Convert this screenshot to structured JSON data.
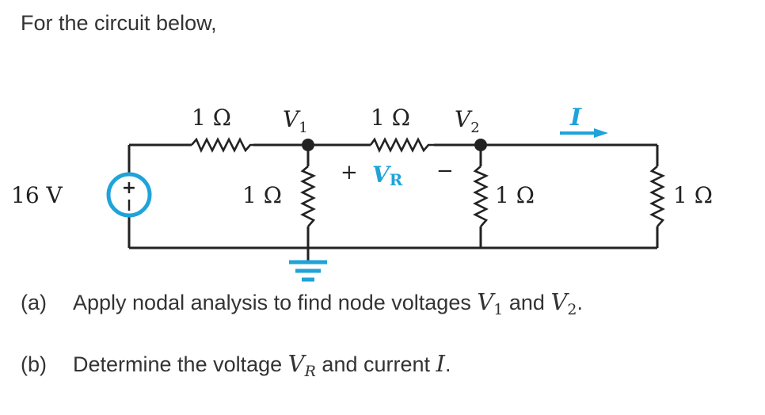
{
  "intro": "For the circuit below,",
  "circuit": {
    "labels": {
      "source": "16 V",
      "r_top_left": "1 Ω",
      "r_v1_ground": "1 Ω",
      "r_middle": "1 Ω",
      "r_v2_ground": "1 Ω",
      "r_right": "1 Ω",
      "node1_var": "V",
      "node1_sub": "1",
      "node2_var": "V",
      "node2_sub": "2",
      "vr_plus": "+",
      "vr_var": "V",
      "vr_sub": "R",
      "vr_minus": "−",
      "current": "I",
      "source_polarity": "+"
    },
    "colors": {
      "wire": "#222222",
      "accent": "#1fa3d9"
    }
  },
  "questions": {
    "a": {
      "mark": "(a)",
      "text1": "Apply nodal analysis to find node voltages ",
      "v1": "V",
      "v1_sub": "1",
      "text2": " and ",
      "v2": "V",
      "v2_sub": "2",
      "text3": "."
    },
    "b": {
      "mark": "(b)",
      "text1": "Determine the voltage ",
      "vr": "V",
      "vr_sub": "R",
      "text2": " and current ",
      "i": "I",
      "text3": "."
    }
  }
}
